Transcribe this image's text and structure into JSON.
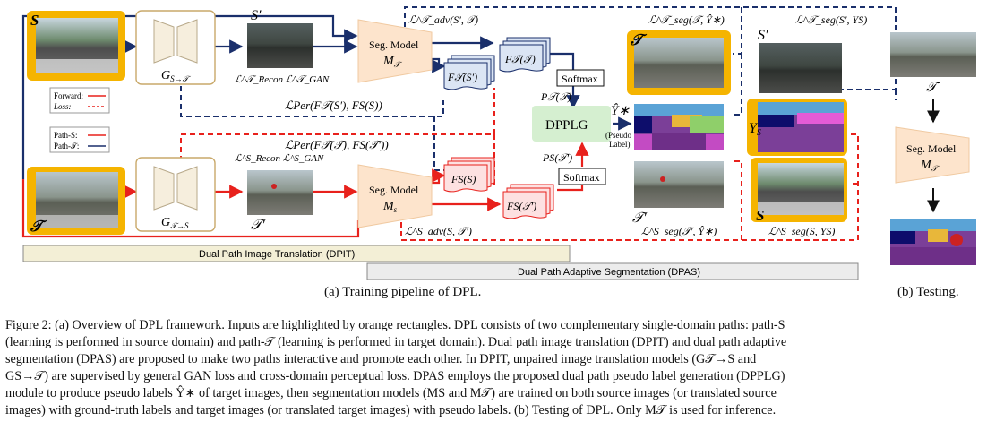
{
  "figure": {
    "nodes": {
      "S": "S",
      "S_prime": "S′",
      "T": "𝒯",
      "T_prime": "𝒯′",
      "Y_S": "Y",
      "Y_S_sub": "S",
      "S_bottom": "S",
      "T_right": "𝒯",
      "G_ST": "G",
      "G_ST_sub": "S→𝒯",
      "G_TS": "G",
      "G_TS_sub": "𝒯→S",
      "seg_model_label": "Seg. Model",
      "M_T": "M",
      "M_T_sub": "𝒯",
      "M_S": "M",
      "M_S_sub": "s",
      "F_T_S_prime": "F𝒯(S′)",
      "F_T_T": "F𝒯(𝒯)",
      "F_S_S": "FS(S)",
      "F_S_T_prime": "FS(𝒯′)",
      "softmax": "Softmax",
      "P_T_T": "P𝒯(𝒯)",
      "P_S_T_prime": "PS(𝒯′)",
      "dpplg": "DPPLG",
      "y_hat_star": "Ŷ∗",
      "pseudo_label": "(Pseudo\nLabel)"
    },
    "losses": {
      "adv_T": "ℒ^𝒯_adv(S′, 𝒯)",
      "adv_S": "ℒ^S_adv(S, 𝒯′)",
      "recon_gan_T": "ℒ^𝒯_Recon ℒ^𝒯_GAN",
      "recon_gan_S": "ℒ^S_Recon ℒ^S_GAN",
      "per_1": "ℒPer(F𝒯(S′), FS(S))",
      "per_2": "ℒPer(F𝒯(𝒯), FS(𝒯′))",
      "seg_T_pseudo": "ℒ^𝒯_seg(𝒯, Ŷ∗)",
      "seg_T_src": "ℒ^𝒯_seg(S′, YS)",
      "seg_S_pseudo": "ℒ^S_seg(𝒯′, Ŷ∗)",
      "seg_S_src": "ℒ^S_seg(S, YS)"
    },
    "legend": {
      "forward": "Forward:",
      "loss": "Loss:",
      "path_s": "Path-S:",
      "path_t": "Path-𝒯:"
    },
    "bars": {
      "dpit": "Dual Path  Image Translation (DPIT)",
      "dpas": "Dual Path Adaptive Segmentation (DPAS)"
    },
    "testing": {
      "T": "𝒯",
      "seg_model_label": "Seg. Model",
      "M": "M",
      "M_sub": "𝒯"
    },
    "colors": {
      "path_s": "#e8211c",
      "path_t": "#1a2f6b",
      "input_highlight": "#f5b400",
      "generator_fill": "#f6eedd",
      "seg_model_fill": "#fde4cc",
      "dpplg_fill": "#d5efd0",
      "dpit_bar": "#f3efd6",
      "dpas_bar": "#ececec"
    }
  },
  "subcaptions": {
    "a": "(a) Training pipeline of DPL.",
    "b": "(b) Testing."
  },
  "caption": [
    "Figure 2: (a) Overview of DPL framework. Inputs are highlighted by orange rectangles. DPL consists of two complementary single-domain paths: path-S",
    "(learning is performed in source domain) and path-𝒯 (learning is performed in target domain). Dual path image translation (DPIT) and dual path adaptive",
    "segmentation (DPAS) are proposed to make two paths interactive and promote each other.  In DPIT, unpaired image translation models (G𝒯→S and",
    "GS→𝒯) are supervised by general GAN loss and cross-domain perceptual loss. DPAS employs the proposed dual path pseudo label generation (DPPLG)",
    "module to produce pseudo labels Ŷ∗ of target images, then segmentation models (MS and M𝒯) are trained on both source images (or translated source",
    "images) with ground-truth labels and target images (or translated target images) with pseudo labels. (b) Testing of DPL. Only M𝒯 is used for inference."
  ]
}
